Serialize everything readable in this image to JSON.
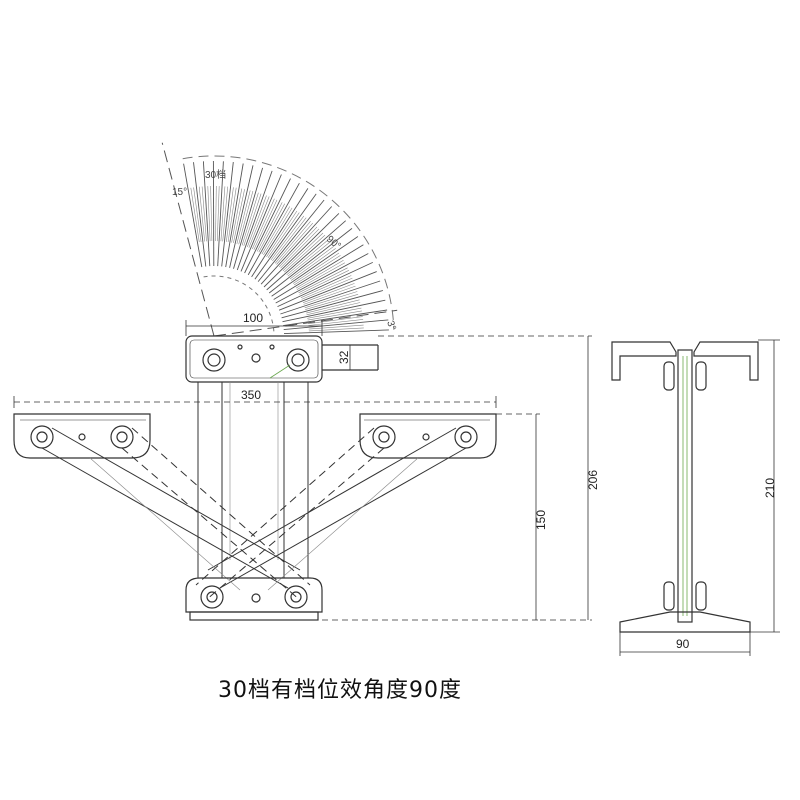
{
  "caption": "30档有档位效角度90度",
  "colors": {
    "line": "#333333",
    "dash": "#444444",
    "accent_green": "#6aa84f",
    "ink": "#111111"
  },
  "angle_scale": {
    "labels": {
      "a15": "15°",
      "a30": "30档",
      "a90": "90°",
      "a3": "3°"
    },
    "steps": 30
  },
  "dimensions": {
    "d100": "100",
    "d32": "32",
    "d350": "350",
    "d150": "150",
    "d206": "206",
    "d210": "210",
    "d90": "90"
  }
}
